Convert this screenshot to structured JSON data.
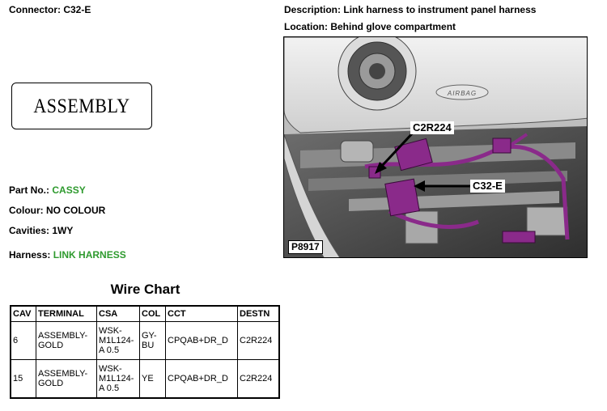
{
  "header": {
    "connector_label": "Connector:",
    "connector_value": "C32-E",
    "description_label": "Description:",
    "description_value": "Link harness to instrument panel harness",
    "location_label": "Location:",
    "location_value": "Behind glove compartment"
  },
  "assembly_box": {
    "text": "ASSEMBLY"
  },
  "details": {
    "part_no_label": "Part No.:",
    "part_no_value": "CASSY",
    "colour_label": "Colour:",
    "colour_value": "NO COLOUR",
    "cavities_label": "Cavities:",
    "cavities_value": "1WY",
    "harness_label": "Harness:",
    "harness_value": "LINK HARNESS"
  },
  "photo": {
    "callout_1": "C2R224",
    "callout_2": "C32-E",
    "code": "P8917",
    "airbag_text": "AIRBAG"
  },
  "wire_chart": {
    "title": "Wire Chart",
    "headers": [
      "CAV",
      "TERMINAL",
      "CSA",
      "COL",
      "CCT",
      "DESTN"
    ],
    "rows": [
      [
        "6",
        "ASSEMBLY-GOLD",
        "WSK-M1L124-A 0.5",
        "GY-BU",
        "CPQAB+DR_D",
        "C2R224"
      ],
      [
        "15",
        "ASSEMBLY-GOLD",
        "WSK-M1L124-A 0.5",
        "YE",
        "CPQAB+DR_D",
        "C2R224"
      ]
    ]
  },
  "colors": {
    "accent_green": "#2e9a2e",
    "connector_purple": "#8a2a8a"
  }
}
